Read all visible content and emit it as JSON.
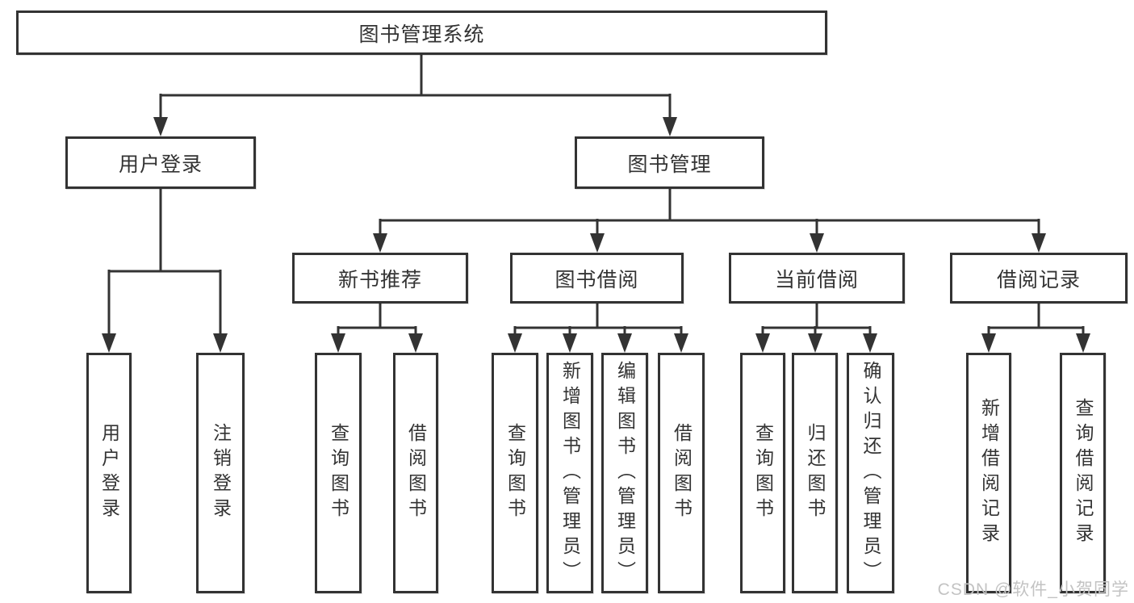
{
  "tree": {
    "label": "图书管理系统",
    "children": [
      {
        "label": "用户登录",
        "children": [
          {
            "label": "用户登录"
          },
          {
            "label": "注销登录"
          }
        ]
      },
      {
        "label": "图书管理",
        "children": [
          {
            "label": "新书推荐",
            "children": [
              {
                "label": "查询图书"
              },
              {
                "label": "借阅图书"
              }
            ]
          },
          {
            "label": "图书借阅",
            "children": [
              {
                "label": "查询图书"
              },
              {
                "label": "新增图书（管理员）"
              },
              {
                "label": "编辑图书（管理员）"
              },
              {
                "label": "借阅图书"
              }
            ]
          },
          {
            "label": "当前借阅",
            "children": [
              {
                "label": "查询图书"
              },
              {
                "label": "归还图书"
              },
              {
                "label": "确认归还（管理员）"
              }
            ]
          },
          {
            "label": "借阅记录",
            "children": [
              {
                "label": "新增借阅记录"
              },
              {
                "label": "查询借阅记录"
              }
            ]
          }
        ]
      }
    ]
  },
  "watermark": "CSDN @软件_小贺同学",
  "colors": {
    "line": "#333333",
    "box_border": "#333333",
    "box_fill": "#ffffff",
    "text": "#333333",
    "watermark": "#c3c3c3",
    "background": "#ffffff"
  }
}
